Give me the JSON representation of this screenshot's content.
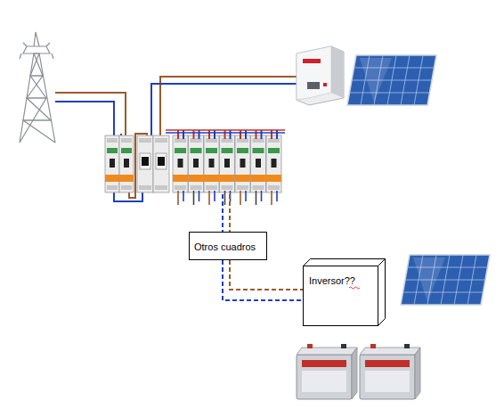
{
  "diagram": {
    "nodes": [
      {
        "text": [
          "Otros cuadros"
        ]
      },
      {
        "text": [
          "Inversor??"
        ]
      }
    ],
    "edges": [
      {
        "from": 0,
        "to": 1,
        "arrow": "none"
      },
      {
        "from": 0,
        "to": 1,
        "arrow": "none"
      }
    ]
  }
}
